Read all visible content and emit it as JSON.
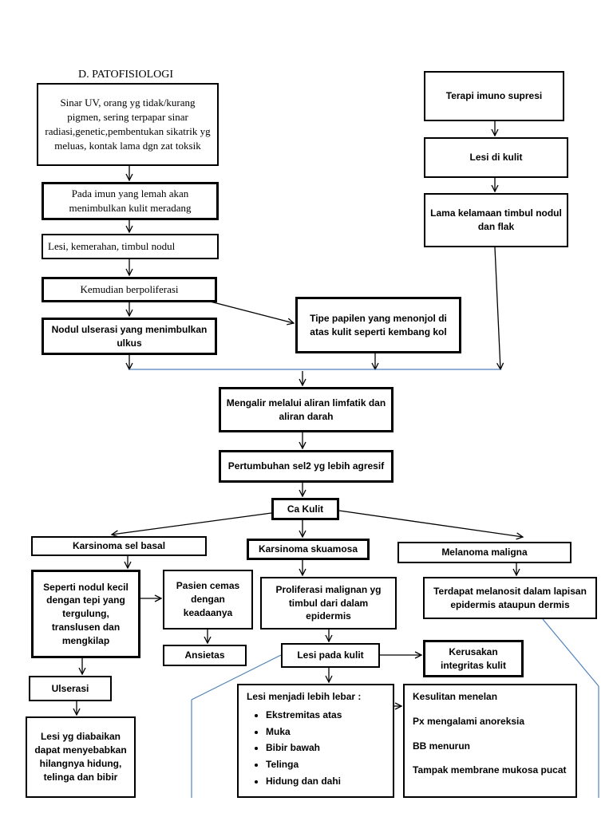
{
  "title": "D. PATOFISIOLOGI",
  "nodes": {
    "cause": "Sinar UV, orang yg tidak/kurang pigmen, sering terpapar sinar radiasi,genetic,pembentukan sikatrik yg meluas, kontak lama dgn zat toksik",
    "weak_immune": "Pada imun yang lemah akan menimbulkan kulit meradang",
    "lesion_nodule": "Lesi, kemerahan, timbul nodul",
    "proliferate": "Kemudian berpoliferasi",
    "ulcer_nodule": "Nodul ulserasi yang menimbulkan ulkus",
    "papilla": "Tipe papilen yang menonjol di atas kulit seperti kembang kol",
    "immuno_therapy": "Terapi imuno supresi",
    "skin_lesion": "Lesi di kulit",
    "nodule_flak": "Lama kelamaan timbul nodul dan flak",
    "lymph_flow": "Mengalir melalui aliran limfatik dan aliran darah",
    "aggressive_growth": "Pertumbuhan sel2 yg lebih agresif",
    "ca_kulit": "Ca Kulit",
    "bcc": "Karsinoma sel basal",
    "scc": "Karsinoma skuamosa",
    "melanoma": "Melanoma maligna",
    "bcc_desc": "Seperti nodul kecil dengan tepi yang tergulung, translusen dan mengkilap",
    "anxious": "Pasien cemas dengan keadaanya",
    "ansietas": "Ansietas",
    "ulserasi": "Ulserasi",
    "ulser_effect": "Lesi yg diabaikan dapat menyebabkan hilangnya hidung, telinga dan bibir",
    "scc_desc": "Proliferasi malignan yg timbul dari dalam epidermis",
    "melanoma_desc": "Terdapat melanosit dalam lapisan epidermis ataupun dermis",
    "skin_lesion2": "Lesi pada kulit",
    "skin_integrity": "Kerusakan integritas kulit",
    "wider_lesion": {
      "heading": "Lesi menjadi lebih lebar :",
      "items": [
        "Ekstremitas atas",
        "Muka",
        "Bibir bawah",
        "Telinga",
        "Hidung dan dahi"
      ]
    },
    "symptoms": [
      "Kesulitan menelan",
      "Px mengalami anoreksia",
      "BB menurun",
      "Tampak membrane mukosa pucat"
    ]
  },
  "colors": {
    "arrow": "#000000",
    "blue_line": "#4f81bd",
    "box_border": "#000000"
  }
}
